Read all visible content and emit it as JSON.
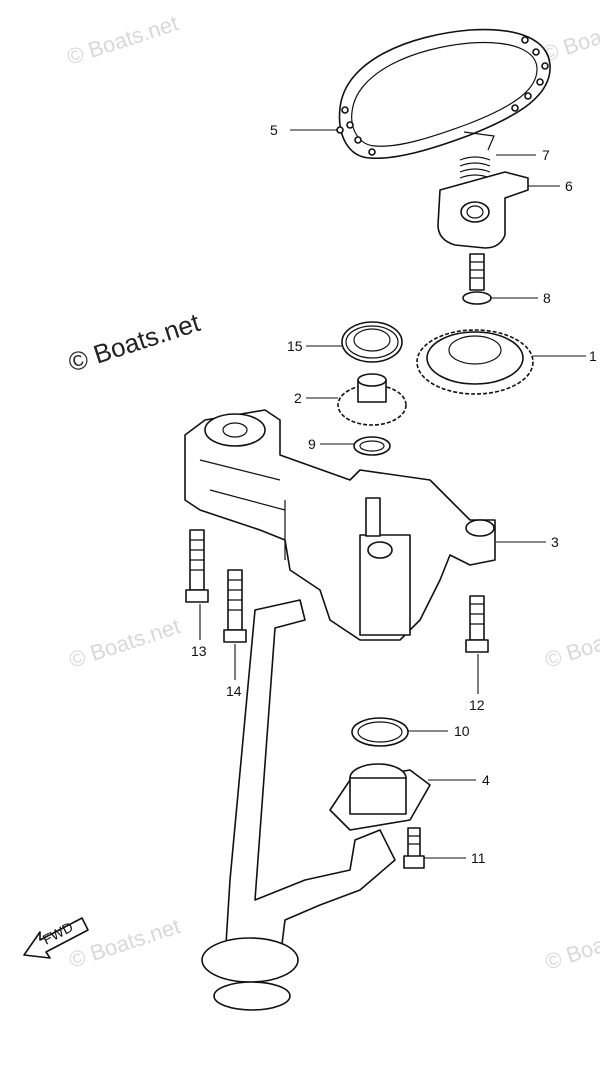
{
  "watermark": {
    "main": "© Boats.net",
    "faint": "© Boats.net"
  },
  "fwd_label": "FWD",
  "callouts": [
    {
      "id": "1",
      "label": "1"
    },
    {
      "id": "2",
      "label": "2"
    },
    {
      "id": "3",
      "label": "3"
    },
    {
      "id": "4",
      "label": "4"
    },
    {
      "id": "5",
      "label": "5"
    },
    {
      "id": "6",
      "label": "6"
    },
    {
      "id": "7",
      "label": "7"
    },
    {
      "id": "8",
      "label": "8"
    },
    {
      "id": "9",
      "label": "9"
    },
    {
      "id": "10",
      "label": "10"
    },
    {
      "id": "11",
      "label": "11"
    },
    {
      "id": "12",
      "label": "12"
    },
    {
      "id": "13",
      "label": "13"
    },
    {
      "id": "14",
      "label": "14"
    },
    {
      "id": "15",
      "label": "15"
    }
  ]
}
